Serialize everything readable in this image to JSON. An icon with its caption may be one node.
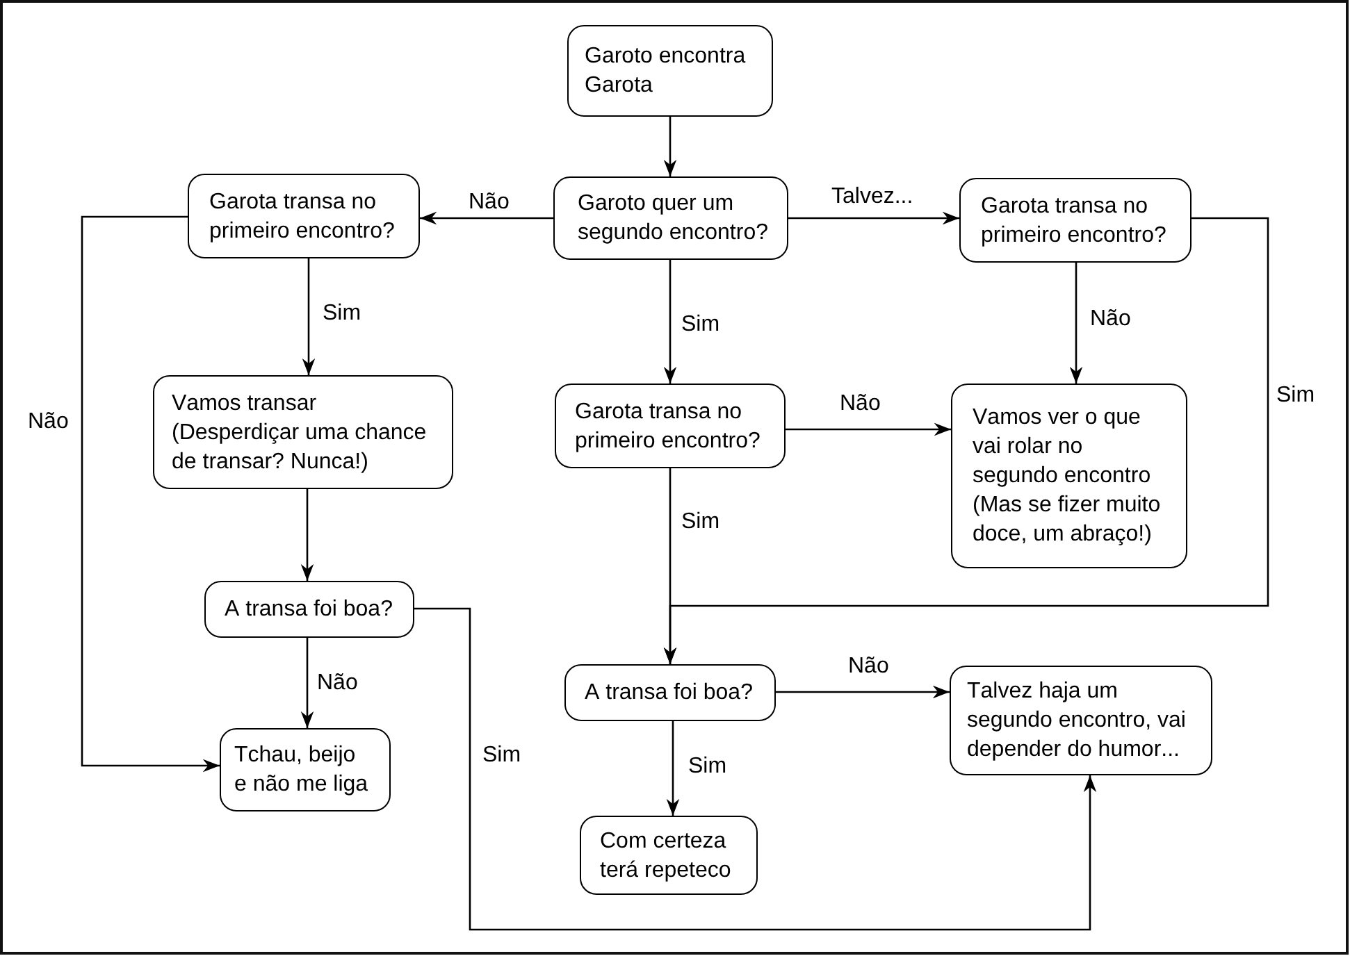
{
  "diagram": {
    "nodes": [
      {
        "text": [
          "Garoto encontra Garota"
        ]
      },
      {
        "text": [
          "Garota transa no primeiro encontro?"
        ]
      },
      {
        "text": [
          "Garoto quer um segundo encontro?"
        ]
      },
      {
        "text": [
          "Garota transa no primeiro encontro?"
        ]
      },
      {
        "text": [
          "Vamos transar (Desperdiçar uma chance de transar? Nunca!)"
        ]
      },
      {
        "text": [
          "Garota transa no primeiro encontro?"
        ]
      },
      {
        "text": [
          "Vamos ver o que vai rolar no segundo encontro (Mas se fizer muito doce, um abraço!)"
        ]
      },
      {
        "text": [
          "A transa foi boa?"
        ]
      },
      {
        "text": [
          "A transa foi boa?"
        ]
      },
      {
        "text": [
          "Talvez haja um segundo encontro, vai depender do humor..."
        ]
      },
      {
        "text": [
          "Tchau, beijo e não me liga"
        ]
      },
      {
        "text": [
          "Com certeza terá repeteco"
        ]
      }
    ],
    "edges": [
      {
        "from": 0,
        "to": 2,
        "arrow": "to"
      },
      {
        "from": 2,
        "to": 1,
        "arrow": "to",
        "label": "Não"
      },
      {
        "from": 2,
        "to": 3,
        "arrow": "to",
        "label": "Talvez..."
      },
      {
        "from": 2,
        "to": 5,
        "arrow": "to",
        "label": "Sim"
      },
      {
        "from": 1,
        "to": 4,
        "arrow": "to",
        "label": "Sim"
      },
      {
        "from": 1,
        "to": 10,
        "arrow": "to",
        "label": "Não"
      },
      {
        "from": 3,
        "to": 6,
        "arrow": "to",
        "label": "Não"
      },
      {
        "from": 3,
        "to": 8,
        "arrow": "to",
        "label": "Sim"
      },
      {
        "from": 5,
        "to": 6,
        "arrow": "to",
        "label": "Não"
      },
      {
        "from": 5,
        "to": 8,
        "arrow": "to",
        "label": "Sim"
      },
      {
        "from": 4,
        "to": 7,
        "arrow": "to"
      },
      {
        "from": 7,
        "to": 10,
        "arrow": "to",
        "label": "Não"
      },
      {
        "from": 7,
        "to": 9,
        "arrow": "to",
        "label": "Sim"
      },
      {
        "from": 8,
        "to": 9,
        "arrow": "to",
        "label": "Não"
      },
      {
        "from": 8,
        "to": 11,
        "arrow": "to",
        "label": "Sim"
      }
    ]
  }
}
